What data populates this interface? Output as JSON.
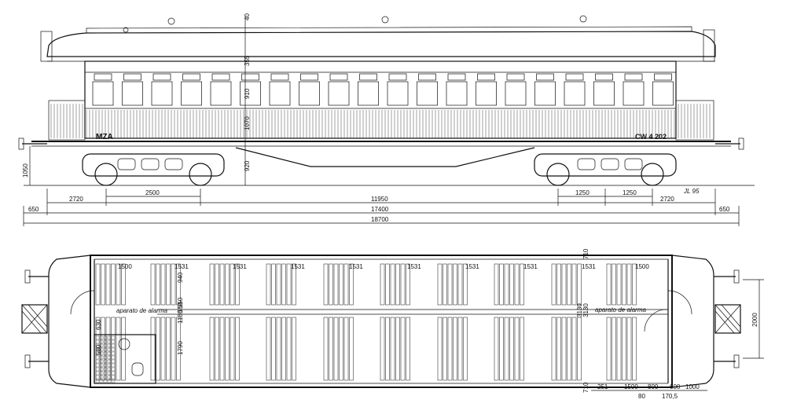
{
  "side_view": {
    "car_marking_left": "MZA",
    "car_number": "CW 4 202",
    "signature": "JL 95",
    "heights": {
      "roof_h": "40",
      "clerestory": "355",
      "window": "910",
      "body": "1070",
      "frame": "920",
      "floor_h": "1050"
    },
    "bogie_dims": [
      "2500",
      "1250",
      "1250"
    ],
    "overhang_left": "2720",
    "overhang_right": "2720",
    "dim_11950": "11950",
    "dim_17400": "17400",
    "dim_18700": "18700",
    "dim_650_left": "650",
    "dim_650_right": "650"
  },
  "plan_view": {
    "seat_spacing": [
      "1500",
      "1531",
      "1531",
      "1531",
      "1531",
      "1531",
      "1531",
      "1531",
      "1531",
      "1500"
    ],
    "alarm_left": "aparato de alarma",
    "alarm_right": "aparato de alarma",
    "left_dims": [
      "940",
      "550",
      "1180",
      "550",
      "1790"
    ],
    "wc_dims": [
      "630",
      "580"
    ],
    "right_dims": [
      "3130",
      "3130"
    ],
    "top_right": "710",
    "bottom_right": "710",
    "width_dim": "2000",
    "bottom_dims": [
      "251",
      "1500",
      "800",
      "600",
      "170,5",
      "1000"
    ],
    "bottom_dim_80": "80"
  }
}
